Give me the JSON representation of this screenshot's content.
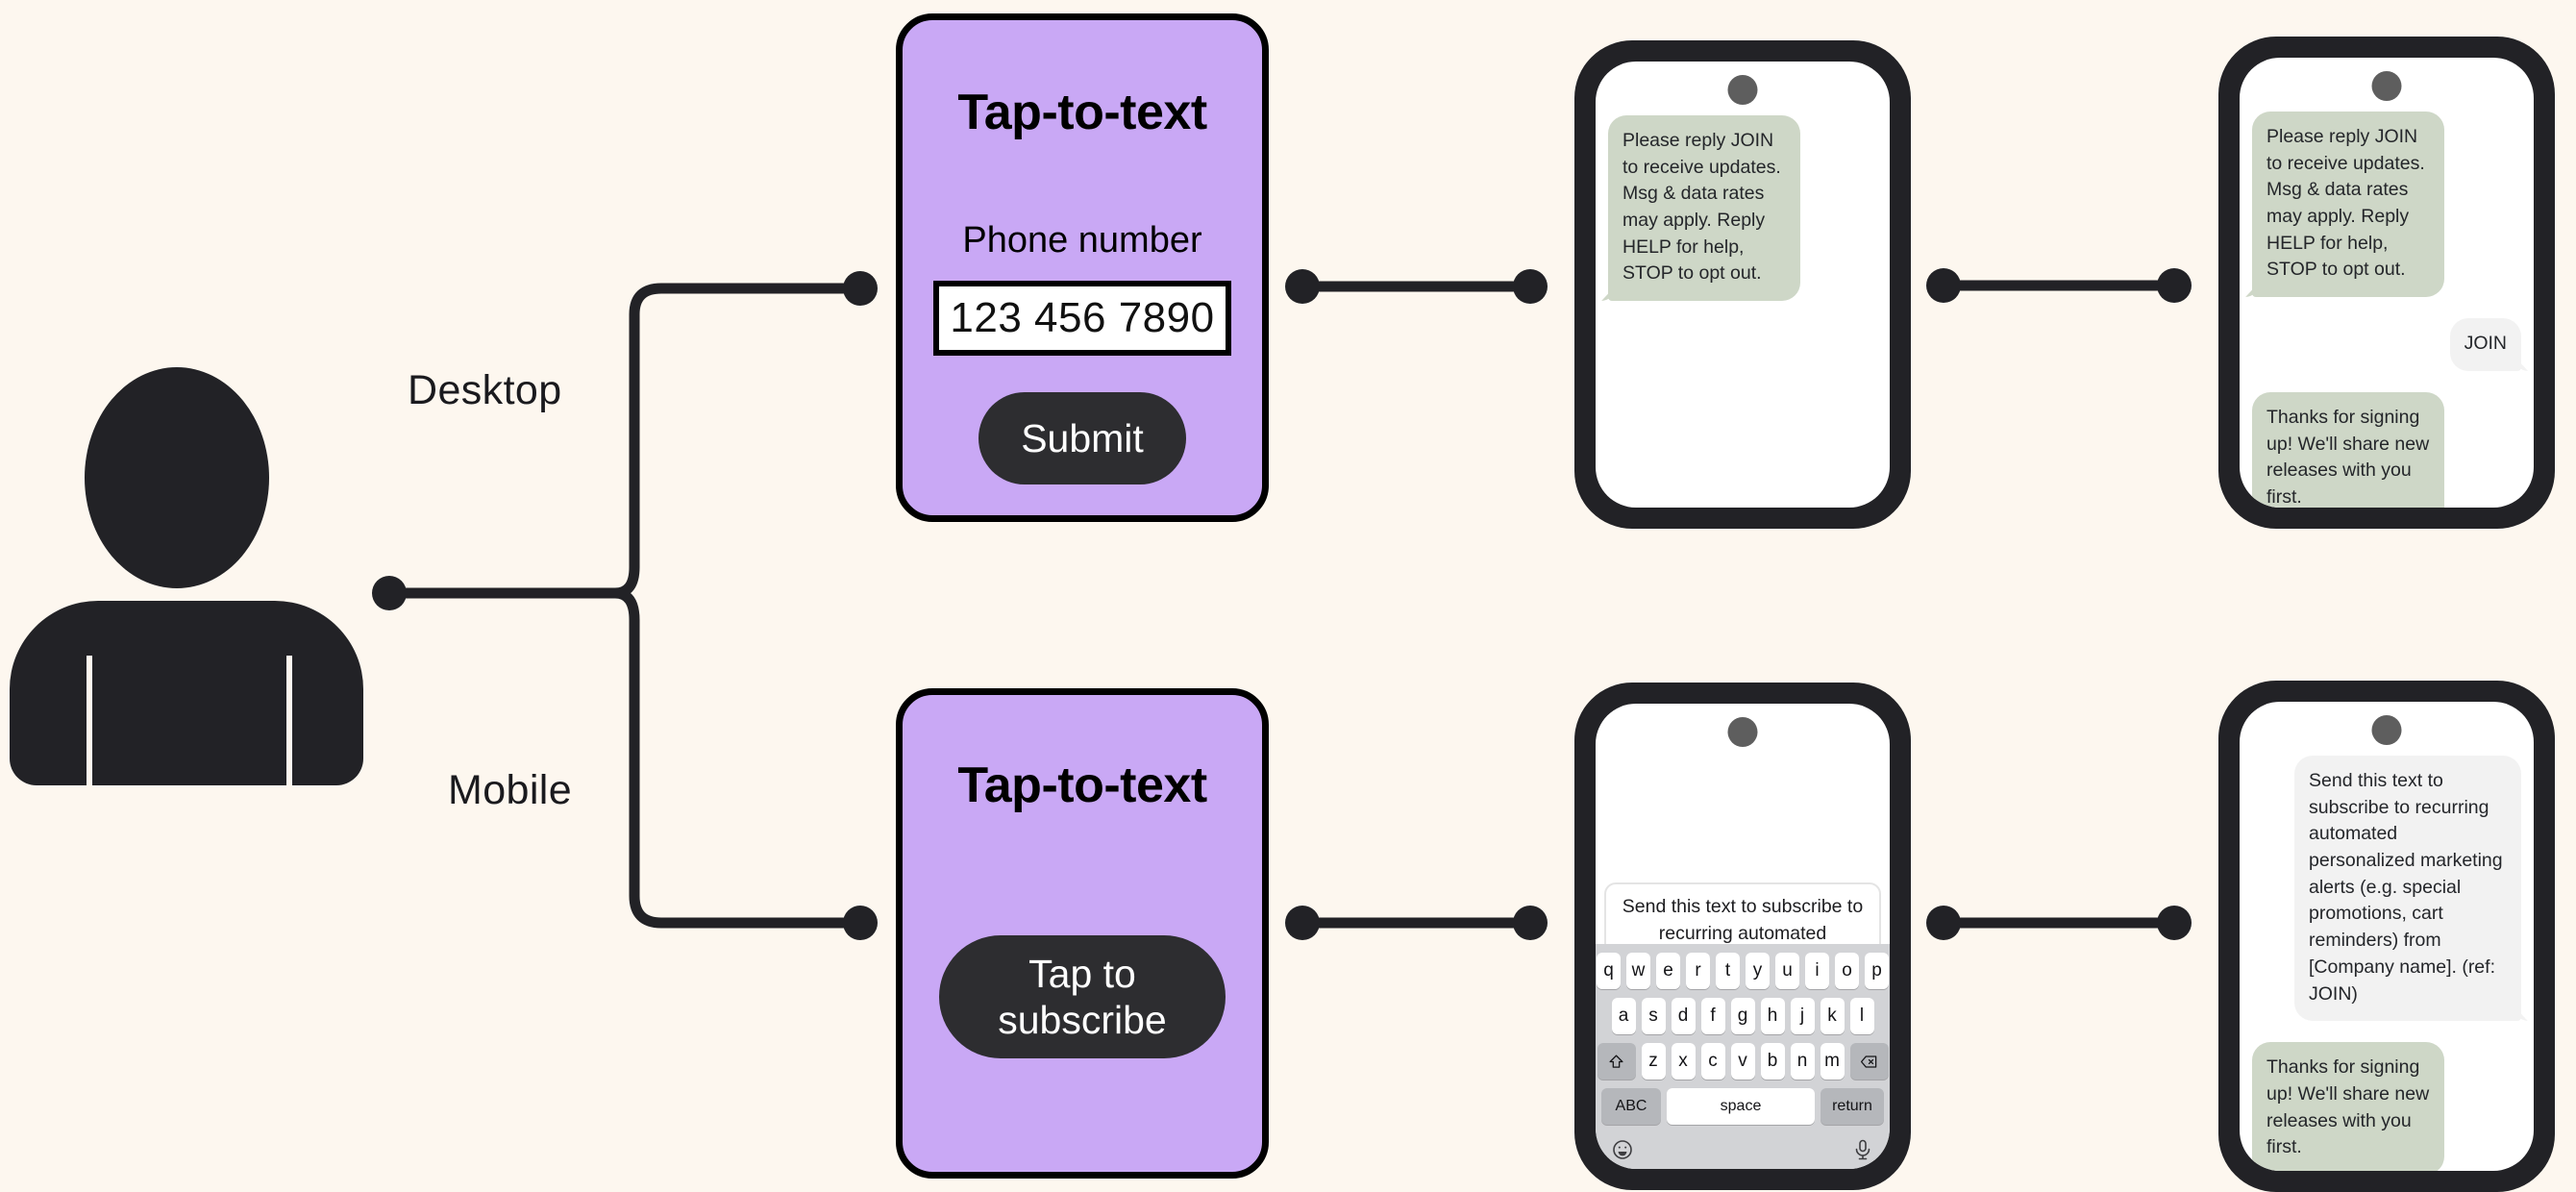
{
  "theme": {
    "background": "#fdf7ef",
    "ink": "#222226",
    "card_purple": "#c9a8f5",
    "bubble_incoming": "#ced7c7",
    "bubble_outgoing": "#f2f2f2",
    "button_dark": "#2d2d30",
    "camera_gray": "#5e5e5e",
    "keyboard_bg": "#d2d3d6"
  },
  "actor": {
    "name": "person-avatar",
    "icon": "person-icon"
  },
  "branches": [
    {
      "id": "desktop",
      "label": "Desktop"
    },
    {
      "id": "mobile",
      "label": "Mobile"
    }
  ],
  "cards": {
    "desktop": {
      "title": "Tap-to-text",
      "field_label": "Phone number",
      "field_value": "123 456 7890",
      "field_placeholder": "Phone number",
      "submit_label": "Submit"
    },
    "mobile": {
      "title": "Tap-to-text",
      "subscribe_label": "Tap to subscribe"
    }
  },
  "messages": {
    "opt_in_prompt": "Please reply JOIN to receive updates. Msg & data rates may apply. Reply HELP for help, STOP to opt out.",
    "join_reply": "JOIN",
    "confirmation": "Thanks for signing up! We'll share new releases with you first.",
    "prefilled_sms": "Send this text to subscribe to recurring automated personalized marketing alerts (e.g. special promotions, cart reminders) from [Company name]. (ref: JOIN)"
  },
  "phones": {
    "desktop_step1": {
      "id": "phone-desktop-step1",
      "bubbles": [
        {
          "dir": "incoming",
          "text_key": "opt_in_prompt"
        }
      ]
    },
    "desktop_step2": {
      "id": "phone-desktop-step2",
      "bubbles": [
        {
          "dir": "incoming",
          "text_key": "opt_in_prompt"
        },
        {
          "dir": "outgoing",
          "text_key": "join_reply"
        },
        {
          "dir": "incoming",
          "text_key": "confirmation"
        }
      ]
    },
    "mobile_step1": {
      "id": "phone-mobile-step1",
      "compose_key": "prefilled_sms"
    },
    "mobile_step2": {
      "id": "phone-mobile-step2",
      "bubbles": [
        {
          "dir": "outgoing",
          "text_key": "prefilled_sms"
        },
        {
          "dir": "incoming",
          "text_key": "confirmation"
        }
      ]
    }
  },
  "keyboard": {
    "row1": [
      "q",
      "w",
      "e",
      "r",
      "t",
      "y",
      "u",
      "i",
      "o",
      "p"
    ],
    "row2": [
      "a",
      "s",
      "d",
      "f",
      "g",
      "h",
      "j",
      "k",
      "l"
    ],
    "row3": [
      "z",
      "x",
      "c",
      "v",
      "b",
      "n",
      "m"
    ],
    "shift_icon": "shift-icon",
    "backspace_icon": "backspace-icon",
    "abc_label": "ABC",
    "space_label": "space",
    "return_label": "return",
    "emoji_icon": "emoji-icon",
    "mic_icon": "microphone-icon"
  }
}
